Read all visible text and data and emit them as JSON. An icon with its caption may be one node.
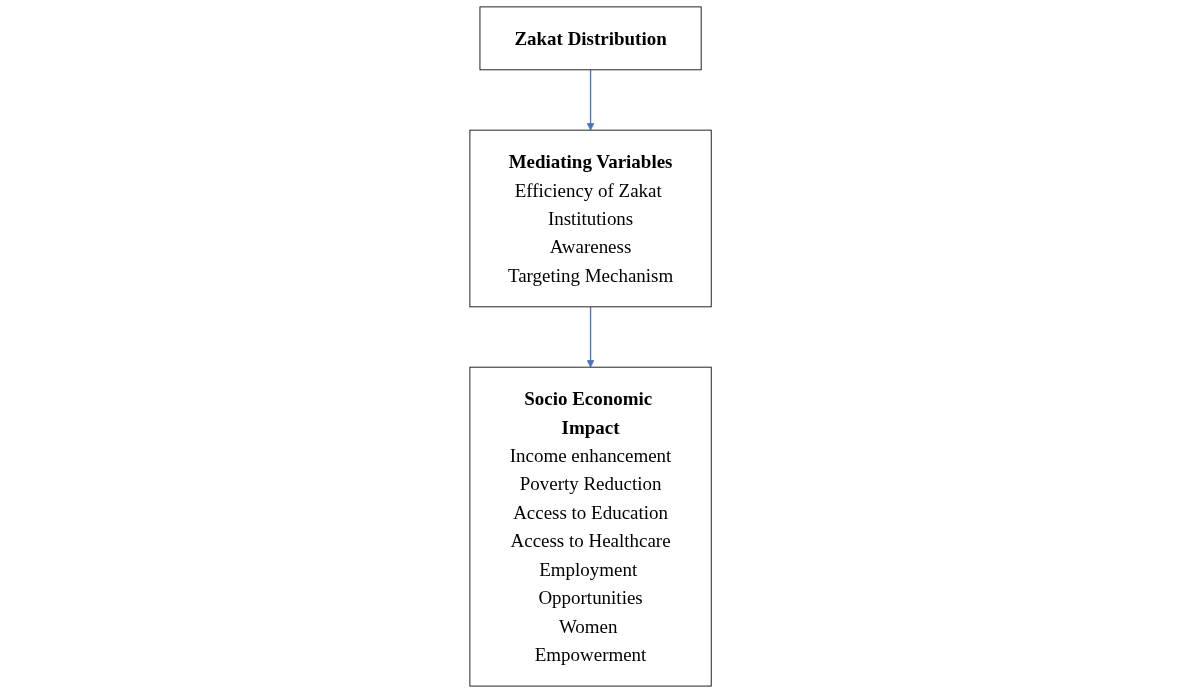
{
  "diagram": {
    "nodes": [
      {
        "text": [
          "Zakat Distribution"
        ]
      },
      {
        "text": [
          "Mediating Variables",
          "Efficiency of Zakat Institutions",
          "Awareness",
          "Targeting Mechanism"
        ]
      },
      {
        "text": [
          "Socio Economic Impact",
          "Income enhancement",
          "Poverty Reduction",
          "Access to Education",
          "Access to Healthcare",
          "Employment Opportunities",
          "Women Empowerment"
        ]
      }
    ],
    "edges": [
      {
        "from": 0,
        "to": 1,
        "arrow": "to"
      },
      {
        "from": 1,
        "to": 2,
        "arrow": "to"
      }
    ]
  }
}
